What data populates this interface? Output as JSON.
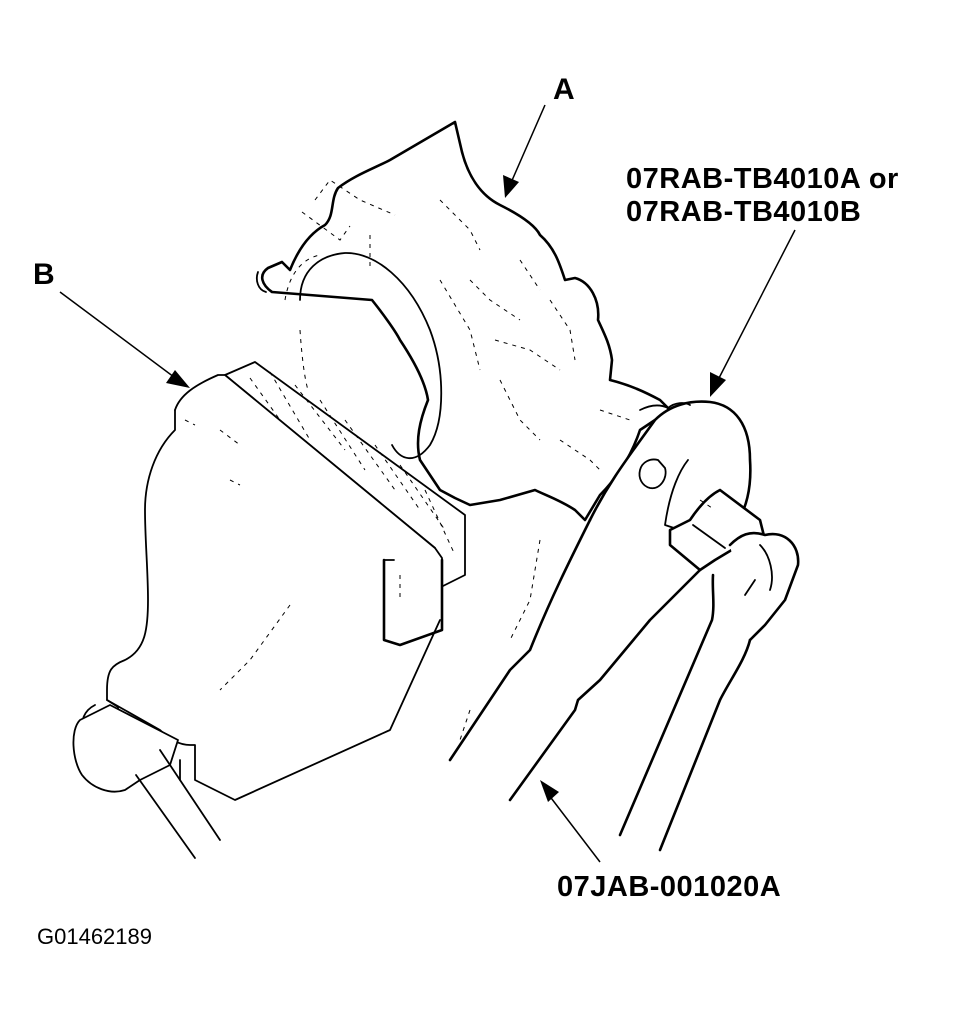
{
  "figure": {
    "id_code": "G01462189",
    "background_color": "#ffffff",
    "line_color": "#000000"
  },
  "callouts": {
    "a": {
      "letter": "A",
      "component": "steering-gearbox-housing"
    },
    "b": {
      "letter": "B",
      "component": "bench-vise-with-wood-blocks"
    },
    "special_tool_1": {
      "line1": "07RAB-TB4010A or",
      "line2": "07RAB-TB4010B",
      "component": "locknut-wrench"
    },
    "special_tool_2": {
      "line1": "07JAB-001020A",
      "component": "handle"
    }
  }
}
